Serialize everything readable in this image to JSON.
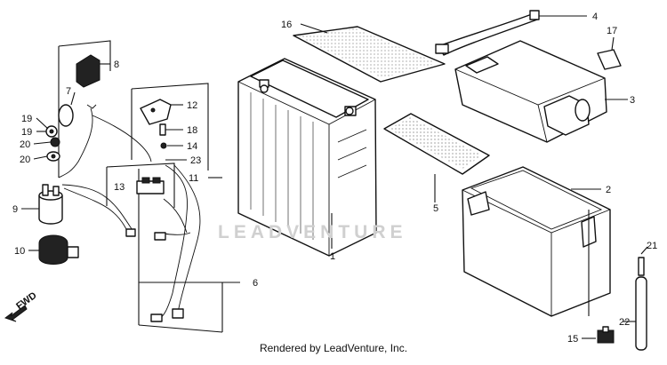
{
  "watermark": "LEADVENTURE",
  "footer": "Rendered by LeadVenture, Inc.",
  "direction_label": "FWD",
  "callouts": [
    "1",
    "2",
    "3",
    "4",
    "5",
    "6",
    "7",
    "8",
    "9",
    "10",
    "11",
    "12",
    "13",
    "14",
    "15",
    "16",
    "17",
    "18",
    "19",
    "19",
    "20",
    "20",
    "21",
    "22",
    "23"
  ]
}
